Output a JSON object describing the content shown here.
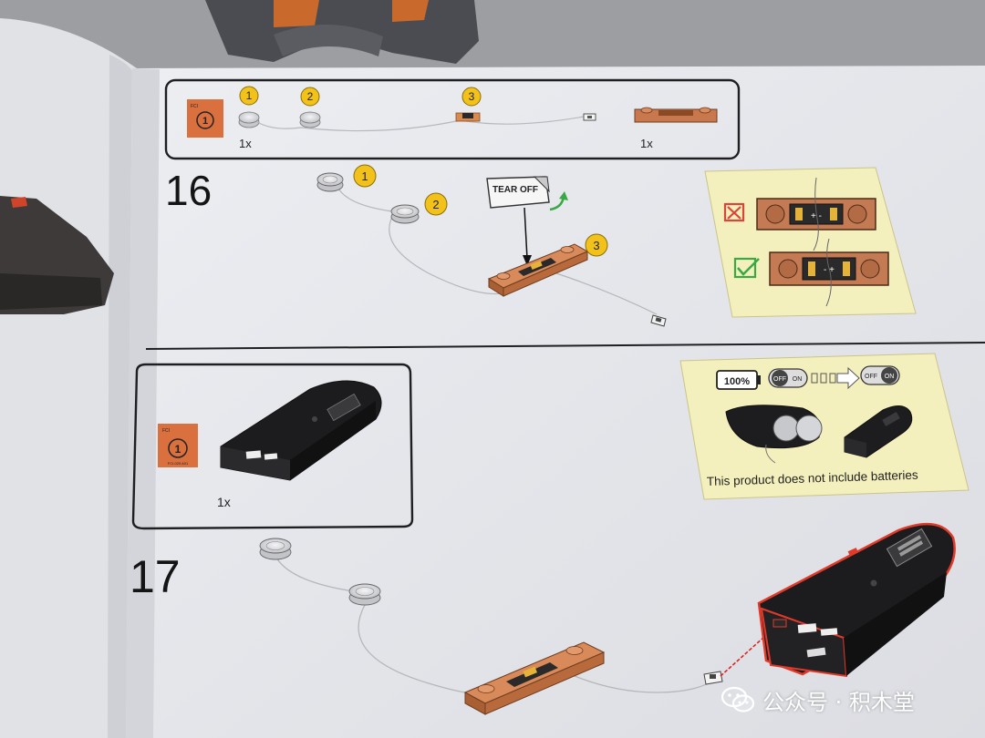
{
  "manual": {
    "parts_callout_top": {
      "badges": [
        "1",
        "2",
        "3"
      ],
      "qty_left": "1x",
      "qty_right": "1x"
    },
    "step16": {
      "number": "16",
      "badges": [
        "1",
        "2",
        "3"
      ],
      "tear_off_label": "TEAR OFF",
      "orientation_panel": {
        "wrong_polarity": "+ -",
        "right_polarity": "- +"
      }
    },
    "parts_callout_step17": {
      "qty": "1x"
    },
    "battery_panel": {
      "charge_label": "100%",
      "switch_off_label": "OFF",
      "switch_on_label": "ON",
      "note": "This product does not include batteries"
    },
    "step17": {
      "number": "17"
    },
    "bag_label": {
      "brand": "FCI",
      "number": "1",
      "code": "FCI-025 A01"
    }
  },
  "watermark": {
    "text": "公众号 · 积木堂"
  },
  "colors": {
    "paper": "#e6e7ec",
    "orange_brick": "#c9774c",
    "badge_yellow": "#f2c21b",
    "panel_yellow": "#f5f1c0",
    "remote_black": "#1e1d1f",
    "wrong_red": "#d9453a",
    "right_green": "#3aa845"
  }
}
